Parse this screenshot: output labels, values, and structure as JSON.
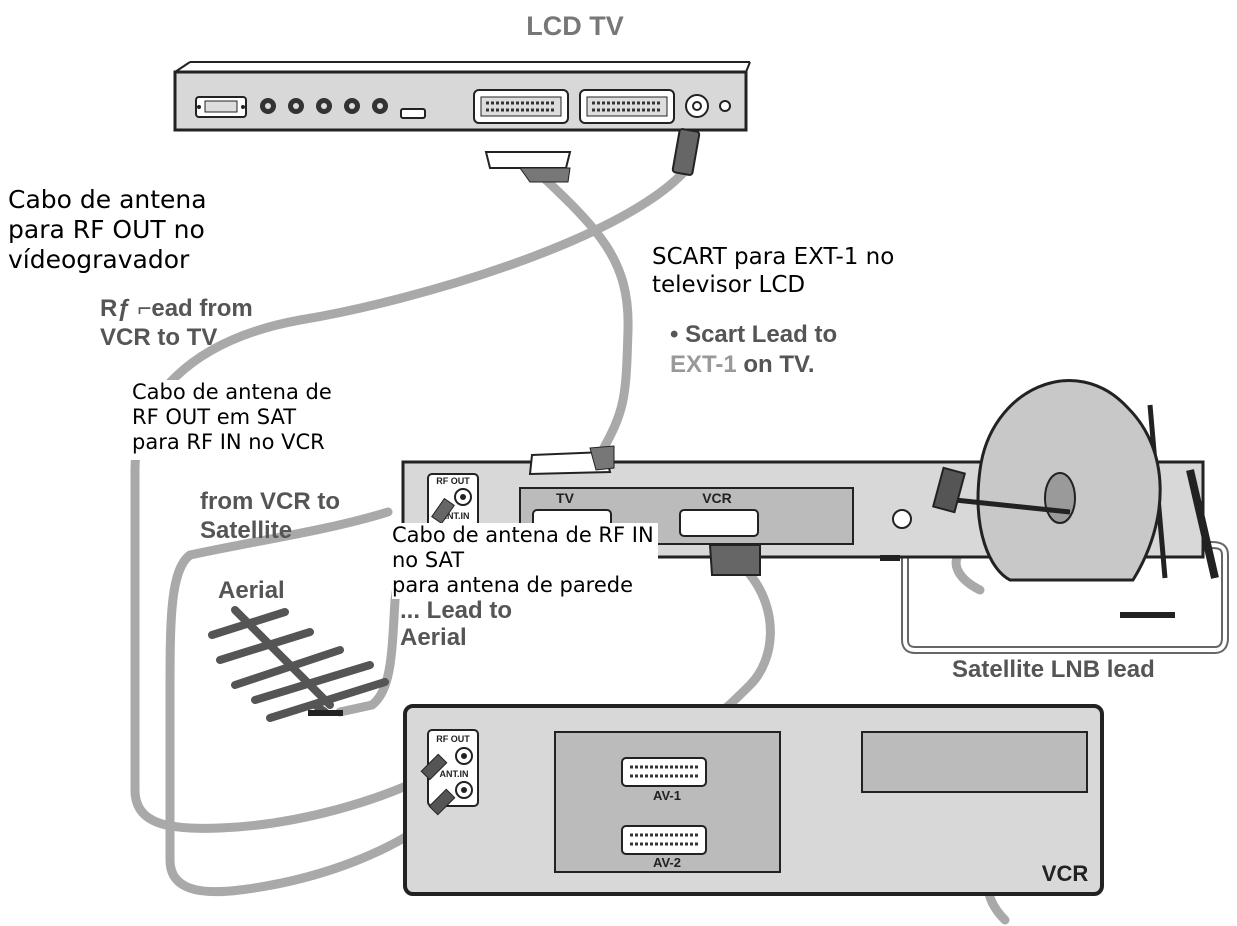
{
  "tv": {
    "title": "LCD TV"
  },
  "satellite_box": {
    "rf_out": "RF OUT",
    "ant_in": "ANT.IN",
    "scart_tv": "TV",
    "scart_vcr": "VCR"
  },
  "vcr": {
    "name": "VCR",
    "rf_out": "RF OUT",
    "ant_in": "ANT.IN",
    "av1": "AV-1",
    "av2": "AV-2"
  },
  "labels": {
    "rf_tv_pt": "Cabo de antena\npara RF OUT no\nvídeogravador",
    "rf_tv_en": "Rƒ ⌐ead from\nVCR to TV",
    "scart_pt": "SCART para EXT-1 no\ntelevisor LCD",
    "scart_en_prefix": "• Scart Lead to",
    "scart_en_ext": "EXT-1",
    "scart_en_suffix": "on TV.",
    "rf_sat_pt": "Cabo de antena de\nRF OUT em SAT\npara RF IN no VCR",
    "rf_sat_en": "from VCR to\nSatellite",
    "rf_in_pt": "Cabo de antena de RF IN\nno SAT\npara antena de parede",
    "aerial_left": "Aerial",
    "aerial_en": "Aerial",
    "aerial_partial": "... Lead to",
    "lnb": "Satellite LNB lead"
  }
}
